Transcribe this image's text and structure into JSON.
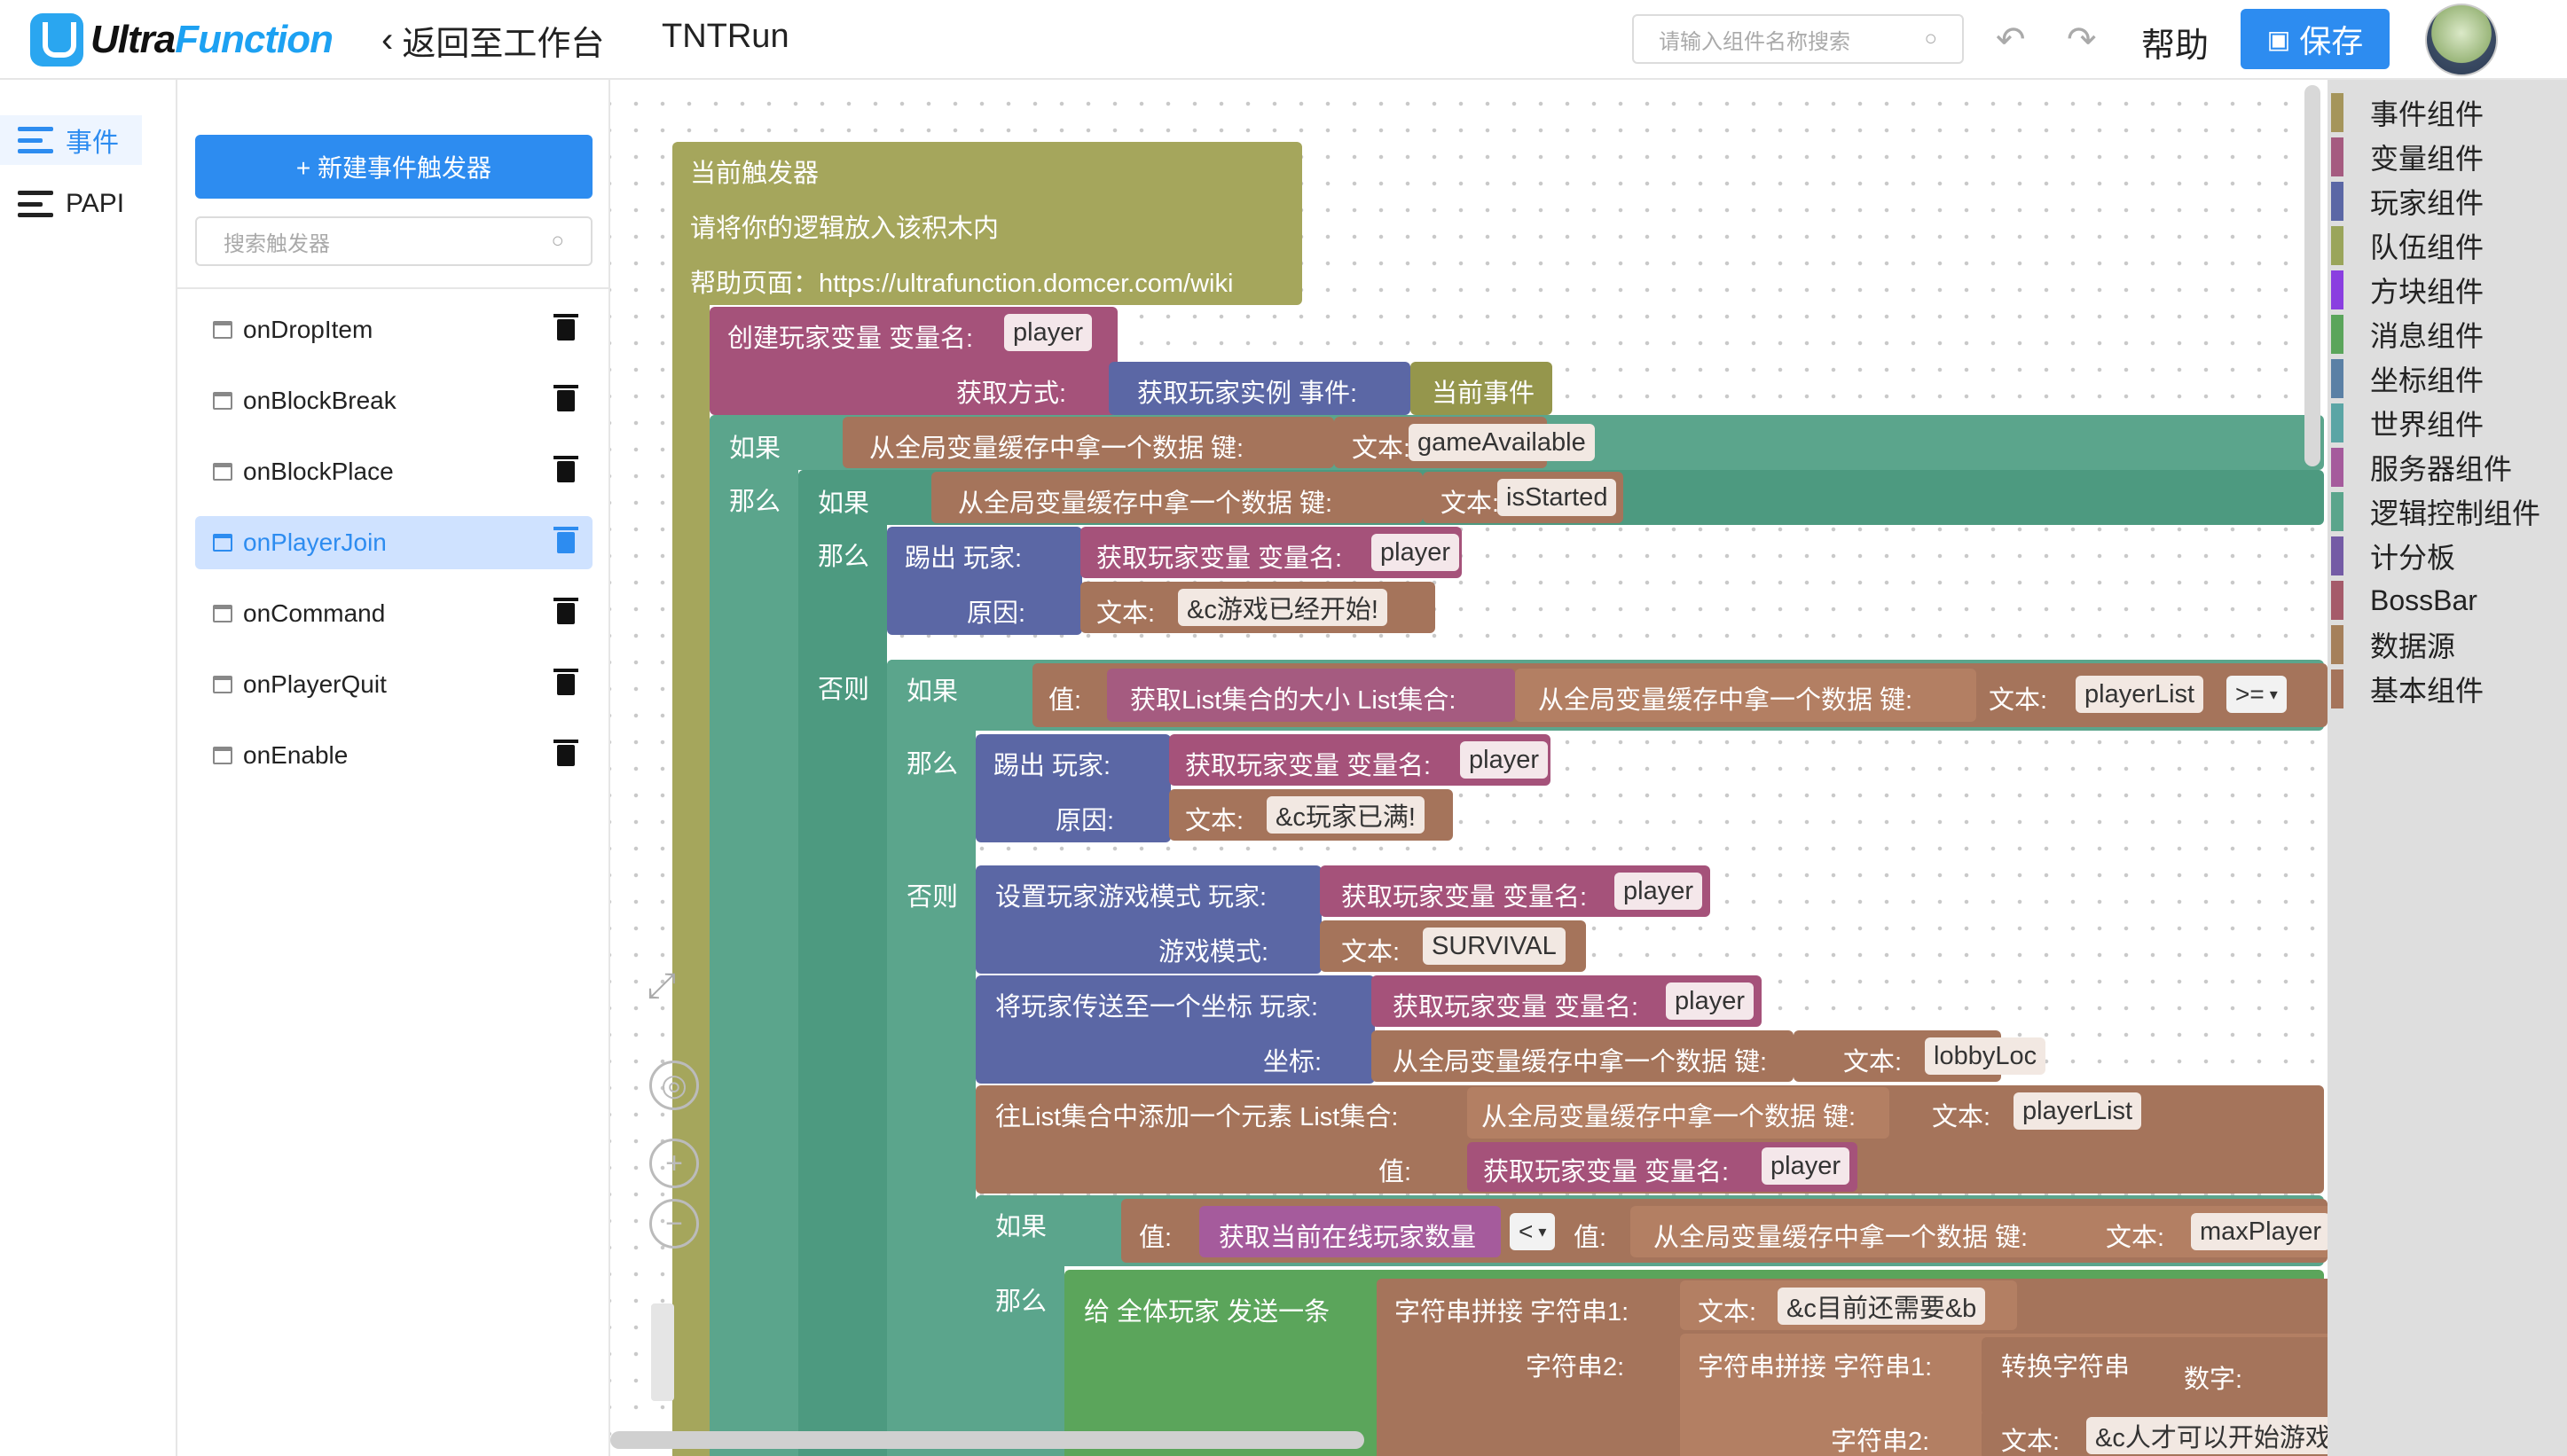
{
  "app": {
    "logo_a": "Ultra",
    "logo_b": "Function",
    "back_label": "返回至工作台",
    "project": "TNTRun"
  },
  "topbar": {
    "search_placeholder": "请输入组件名称搜索",
    "help_label": "帮助",
    "save_label": "保存"
  },
  "nav": {
    "items": [
      {
        "label": "事件"
      },
      {
        "label": "PAPI"
      }
    ]
  },
  "triggers": {
    "new_label": "+ 新建事件触发器",
    "search_placeholder": "搜索触发器",
    "items": [
      {
        "label": "onDropItem"
      },
      {
        "label": "onBlockBreak"
      },
      {
        "label": "onBlockPlace"
      },
      {
        "label": "onPlayerJoin"
      },
      {
        "label": "onCommand"
      },
      {
        "label": "onPlayerQuit"
      },
      {
        "label": "onEnable"
      }
    ]
  },
  "toolbox": {
    "items": [
      {
        "label": "事件组件",
        "color": "#a5955b"
      },
      {
        "label": "变量组件",
        "color": "#a55b80"
      },
      {
        "label": "玩家组件",
        "color": "#5b67a5"
      },
      {
        "label": "队伍组件",
        "color": "#9aa55b"
      },
      {
        "label": "方块组件",
        "color": "#8a3fe0"
      },
      {
        "label": "消息组件",
        "color": "#5ba55b"
      },
      {
        "label": "坐标组件",
        "color": "#5b80a5"
      },
      {
        "label": "世界组件",
        "color": "#5ba5a5"
      },
      {
        "label": "服务器组件",
        "color": "#a55b9c"
      },
      {
        "label": "逻辑控制组件",
        "color": "#5ba58c"
      },
      {
        "label": "计分板",
        "color": "#745ba5"
      },
      {
        "label": "BossBar",
        "color": "#a55b6a"
      },
      {
        "label": "数据源",
        "color": "#a5805b"
      },
      {
        "label": "基本组件",
        "color": "#a5745b"
      }
    ]
  },
  "blocks": {
    "hat_title": "当前触发器",
    "hat_desc": "请将你的逻辑放入该积木内",
    "hat_help": "帮助页面：https://ultrafunction.domcer.com/wiki",
    "create_var": "创建玩家变量  变量名:",
    "player": "player",
    "get_method": "获取方式:",
    "get_instance": "获取玩家实例 事件:",
    "current_event": "当前事件",
    "if": "如果",
    "then": "那么",
    "else": "否则",
    "global_get": "从全局变量缓存中拿一个数据 键:",
    "text": "文本:",
    "gameAvailable": "gameAvailable",
    "isStarted": "isStarted",
    "kick": "踢出 玩家:",
    "reason": "原因:",
    "get_player_var": "获取玩家变量  变量名:",
    "started_msg": "&c游戏已经开始!",
    "value": "值:",
    "list_size": "获取List集合的大小 List集合:",
    "playerList": "playerList",
    "gte": ">=",
    "full_msg": "&c玩家已满!",
    "set_mode": "设置玩家游戏模式 玩家:",
    "mode": "游戏模式:",
    "survival": "SURVIVAL",
    "teleport": "将玩家传送至一个坐标 玩家:",
    "coord": "坐标:",
    "lobbyLoc": "lobbyLoc",
    "list_add": "往List集合中添加一个元素 List集合:",
    "online_count": "获取当前在线玩家数量",
    "lt": "<",
    "maxPlayer": "maxPlayer",
    "send_all": "给 全体玩家  发送一条",
    "concat1": "字符串拼接 字符串1:",
    "concat2": "字符串2:",
    "need_msg": "&c目前还需要&b",
    "to_string": "转换字符串",
    "number": "数字:",
    "can_start": "&c人才可以开始游戏"
  }
}
